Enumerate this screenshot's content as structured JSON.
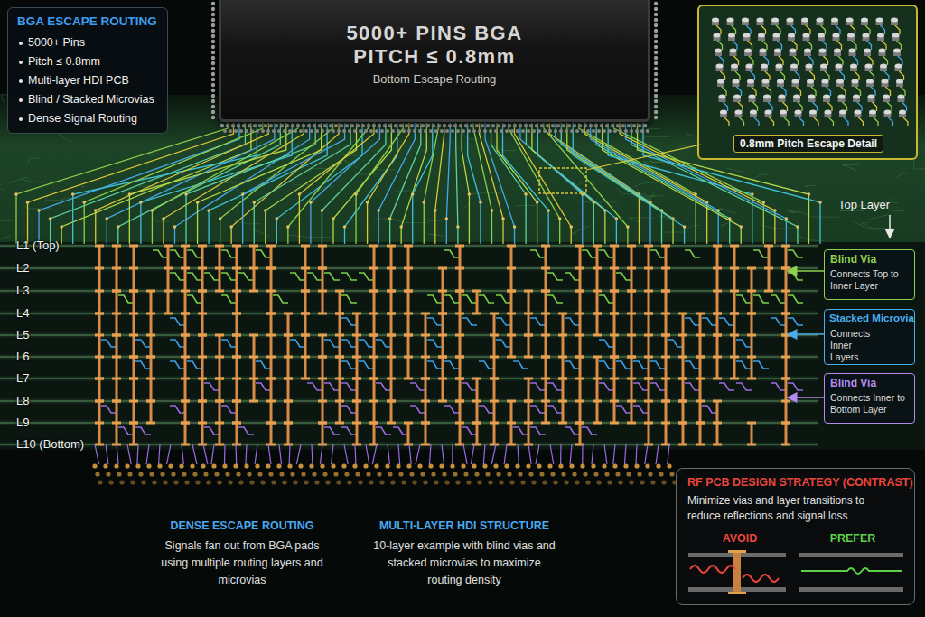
{
  "diagram": {
    "nodes": [
      {
        "text": [
          "BGA ESCAPE ROUTING",
          "5000+ Pins",
          "Pitch ≤ 0.8mm",
          "Multi-layer HDI PCB",
          "Blind / Stacked Microvias",
          "Dense Signal Routing"
        ]
      },
      {
        "text": [
          "5000+ PINS BGA",
          "PITCH ≤ 0.8mm",
          "Bottom Escape Routing"
        ]
      },
      {
        "text": [
          "0.8mm Pitch Escape Detail"
        ]
      },
      {
        "text": [
          "Blind Via",
          "Connects Top to Inner Layer"
        ]
      },
      {
        "text": [
          "Stacked Microvia",
          "Connects Inner Layers"
        ]
      },
      {
        "text": [
          "Blind Via",
          "Connects Inner to Bottom Layer"
        ]
      },
      {
        "text": [
          "RF PCB DESIGN STRATEGY (CONTRAST)",
          "Minimize vias and layer transitions to reduce reflections and signal loss",
          "AVOID",
          "PREFER"
        ]
      }
    ],
    "labels": [
      "Top Layer",
      "L1 (Top)",
      "L2",
      "L3",
      "L4",
      "L5",
      "L6",
      "L7",
      "L8",
      "L9",
      "L10 (Bottom)",
      "DENSE ESCAPE ROUTING",
      "Signals fan out from BGA pads using multiple routing layers and microvias",
      "MULTI-LAYER HDI STRUCTURE",
      "10-layer example with blind vias and stacked microvias to maximize routing density"
    ]
  }
}
